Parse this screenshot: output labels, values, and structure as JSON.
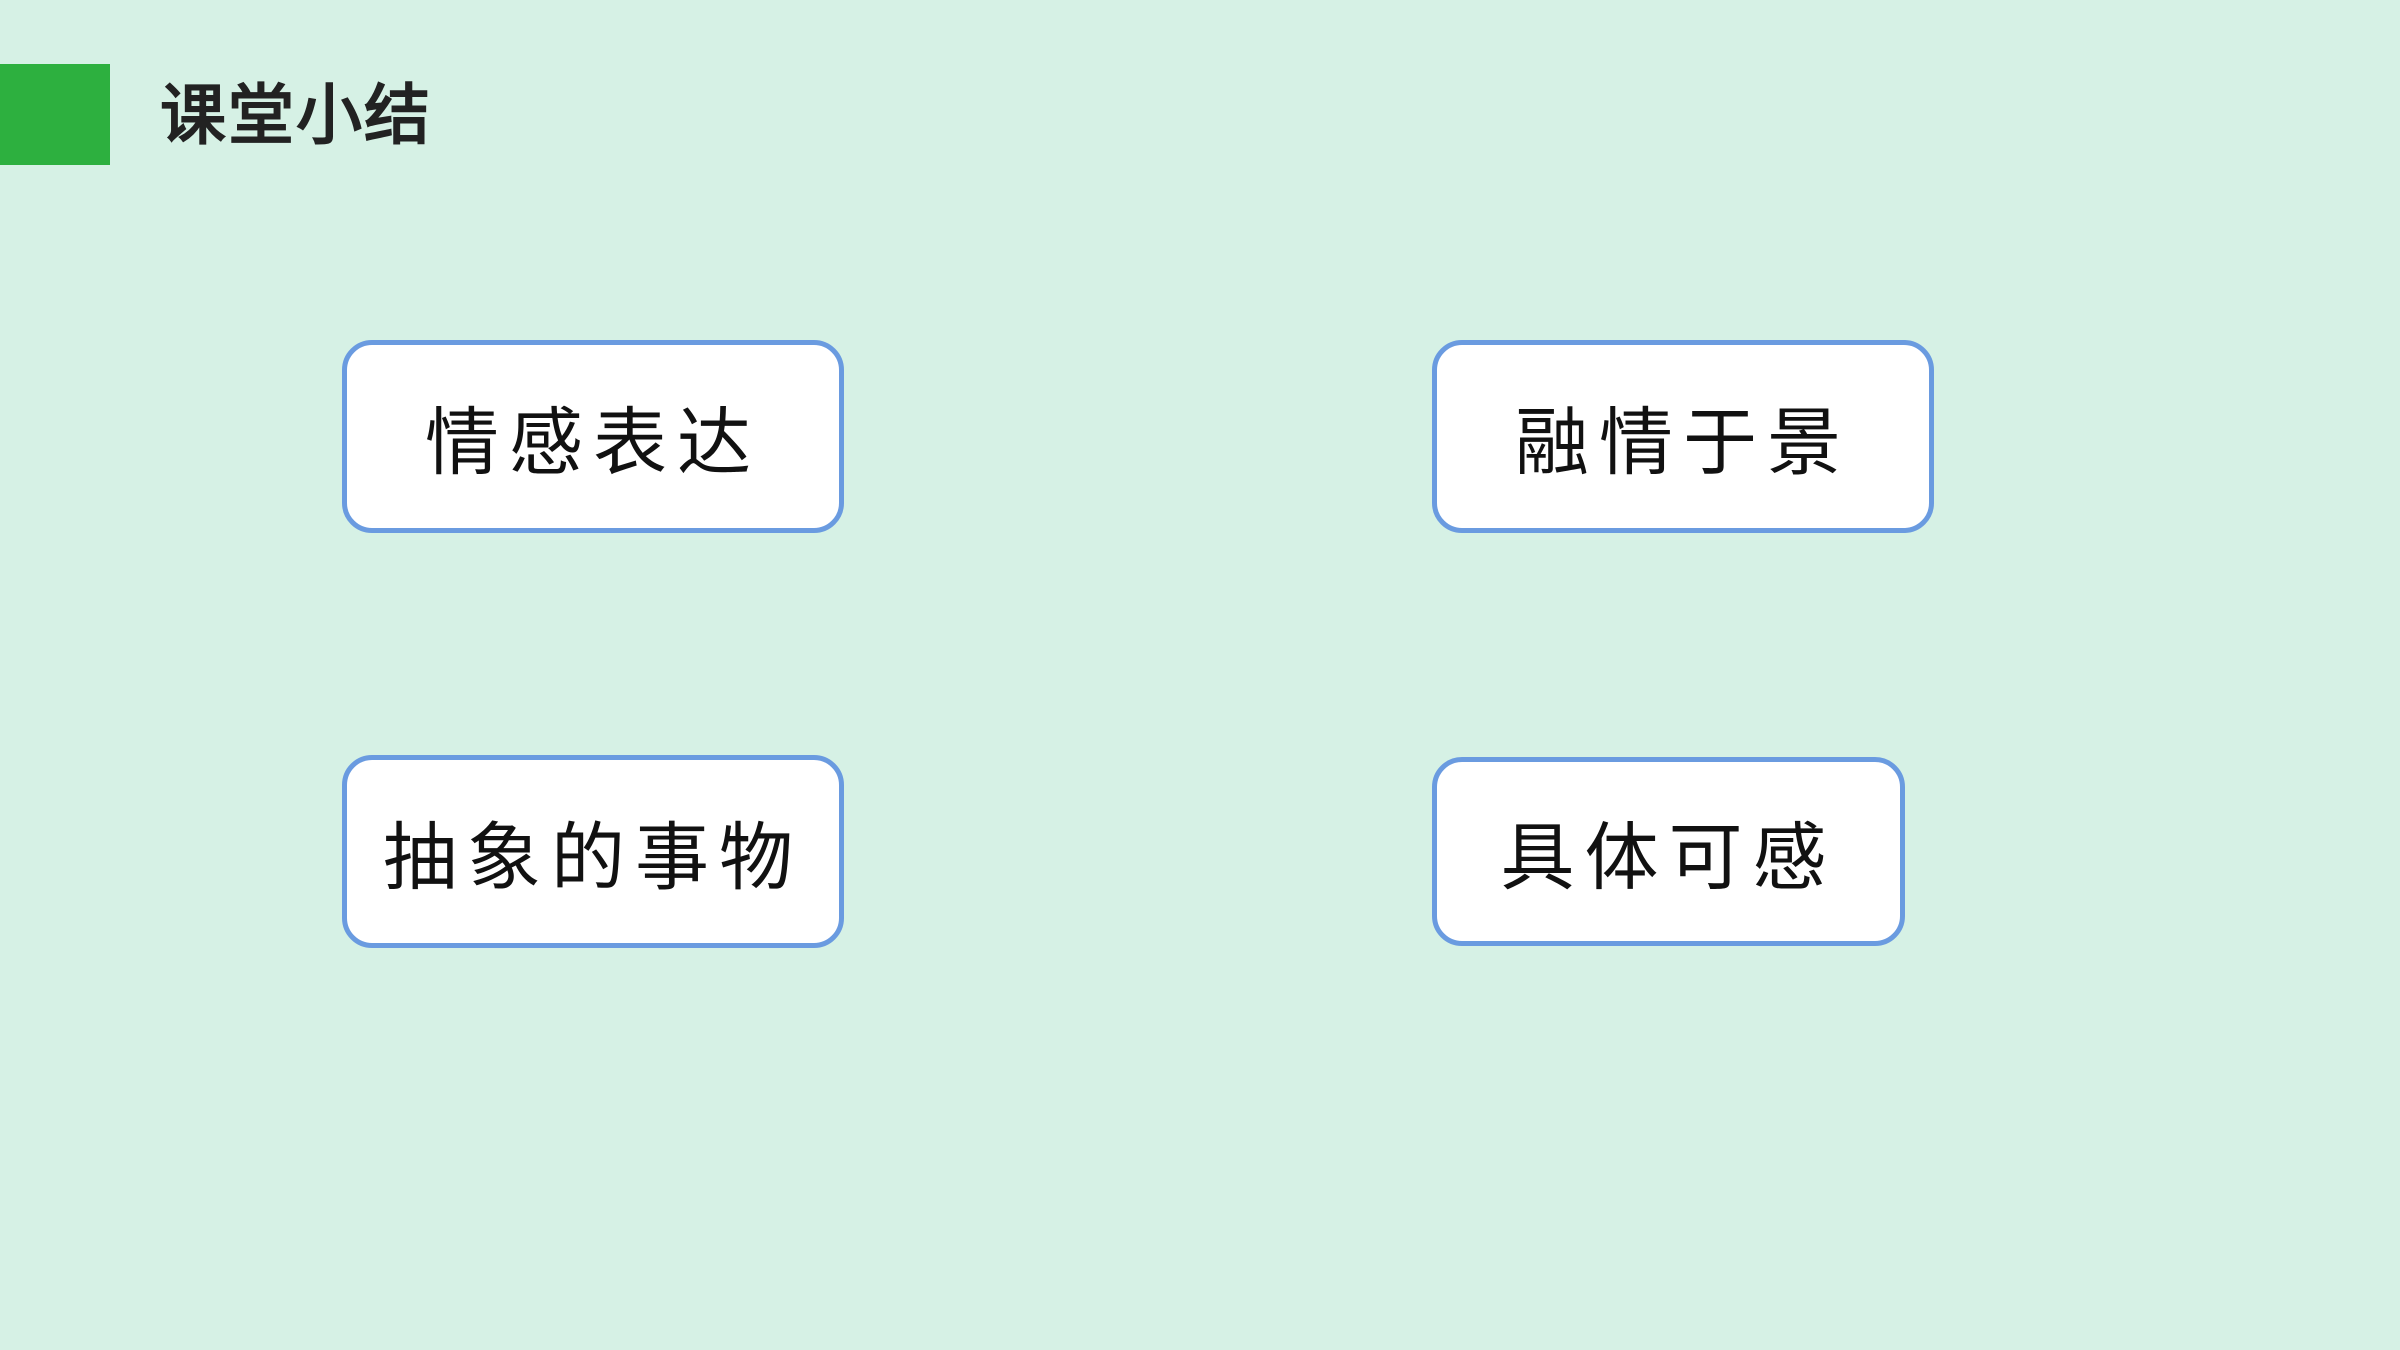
{
  "slide": {
    "title": "课堂小结",
    "background_color": "#d6f1e5",
    "accent_color": "#2db03f",
    "card_border_color": "#6a9be0"
  },
  "cards": [
    {
      "label": "情感表达"
    },
    {
      "label": "融情于景"
    },
    {
      "label": "抽象的事物"
    },
    {
      "label": "具体可感"
    }
  ]
}
